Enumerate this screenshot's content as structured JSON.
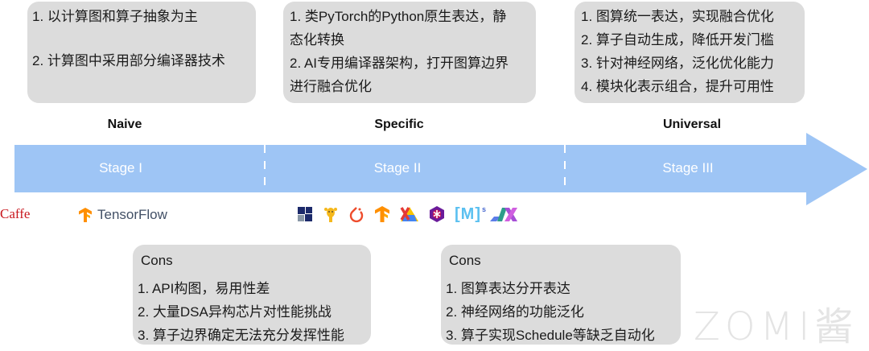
{
  "top_boxes": [
    {
      "lines": [
        "1. 以计算图和算子抽象为主",
        "2. 计算图中采用部分编译器技术"
      ]
    },
    {
      "lines": [
        "1. 类PyTorch的Python原生表达，静",
        "态化转换",
        "2. AI专用编译器架构，打开图算边界",
        "进行融合优化"
      ]
    },
    {
      "lines": [
        "1. 图算统一表达，实现融合优化",
        "2. 算子自动生成，降低开发门槛",
        "3. 针对神经网络，泛化优化能力",
        "4. 模块化表示组合，提升可用性"
      ]
    }
  ],
  "stages": [
    {
      "name": "Naive",
      "label": "Stage I"
    },
    {
      "name": "Specific",
      "label": "Stage II"
    },
    {
      "name": "Universal",
      "label": "Stage III"
    }
  ],
  "arrow": {
    "color": "#9ec5f5"
  },
  "logos": {
    "stage1": [
      "Caffe",
      "TensorFlow"
    ],
    "stage2_icons": [
      "mindspore-square-icon",
      "paddle-giraffe-icon",
      "pytorch-icon",
      "tensorflow-icon",
      "xla-icon",
      "onnx-cube-icon",
      "mindspore-ms-icon",
      "jax-icon"
    ],
    "ms_text": "[M]",
    "ms_sup": "s"
  },
  "cons_boxes": [
    {
      "title": "Cons",
      "lines": [
        "1. API构图，易用性差",
        "2. 大量DSA异构芯片对性能挑战",
        "3. 算子边界确定无法充分发挥性能"
      ]
    },
    {
      "title": "Cons",
      "lines": [
        "1. 图算表达分开表达",
        "2. 神经网络的功能泛化",
        "3. 算子实现Schedule等缺乏自动化"
      ]
    }
  ],
  "watermark": "ZOMI酱"
}
